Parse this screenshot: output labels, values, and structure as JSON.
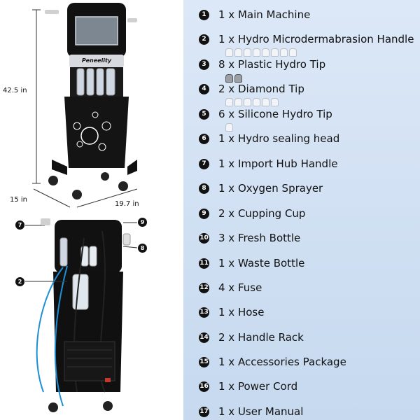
{
  "product": {
    "brand": "Peneelity",
    "height_label": "42.5 in",
    "depth_label": "15 in",
    "width_label": "19.7 in",
    "callouts": [
      "7",
      "9",
      "8",
      "2"
    ]
  },
  "items": [
    {
      "num": "1",
      "label": "1 x Main Machine"
    },
    {
      "num": "2",
      "label": "1 x Hydro Microdermabrasion Handle"
    },
    {
      "num": "3",
      "label": "8 x Plastic Hydro Tip"
    },
    {
      "num": "4",
      "label": "2 x Diamond Tip"
    },
    {
      "num": "5",
      "label": "6 x Silicone Hydro Tip"
    },
    {
      "num": "6",
      "label": "1 x Hydro sealing head"
    },
    {
      "num": "7",
      "label": "1 x Import Hub Handle"
    },
    {
      "num": "8",
      "label": "1 x Oxygen Sprayer"
    },
    {
      "num": "9",
      "label": "2 x Cupping Cup"
    },
    {
      "num": "10",
      "label": "3 x Fresh Bottle"
    },
    {
      "num": "11",
      "label": "1 x Waste Bottle"
    },
    {
      "num": "12",
      "label": "4 x Fuse"
    },
    {
      "num": "13",
      "label": "1 x Hose"
    },
    {
      "num": "14",
      "label": "2 x Handle Rack"
    },
    {
      "num": "15",
      "label": "1 x Accessories Package"
    },
    {
      "num": "16",
      "label": "1 x Power Cord"
    },
    {
      "num": "17",
      "label": "1 x User Manual"
    }
  ],
  "colors": {
    "panel": "#c6d9ef",
    "badge": "#111111",
    "hose_blue": "#1e8fd6"
  }
}
